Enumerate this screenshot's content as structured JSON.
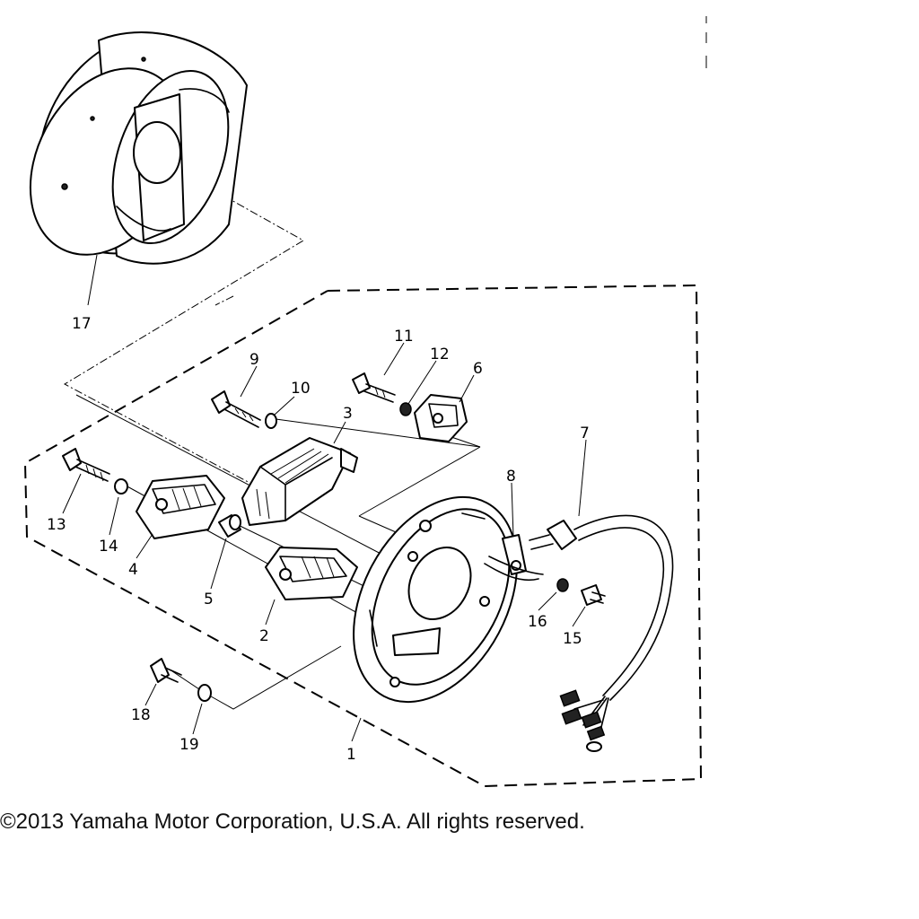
{
  "copyright": "©2013 Yamaha Motor Corporation, U.S.A. All rights reserved.",
  "callouts": {
    "p1": "1",
    "p2": "2",
    "p3": "3",
    "p4": "4",
    "p5": "5",
    "p6": "6",
    "p7": "7",
    "p8": "8",
    "p9": "9",
    "p10": "10",
    "p11": "11",
    "p12": "12",
    "p13": "13",
    "p14": "14",
    "p15": "15",
    "p16": "16",
    "p17": "17",
    "p18": "18",
    "p19": "19"
  }
}
